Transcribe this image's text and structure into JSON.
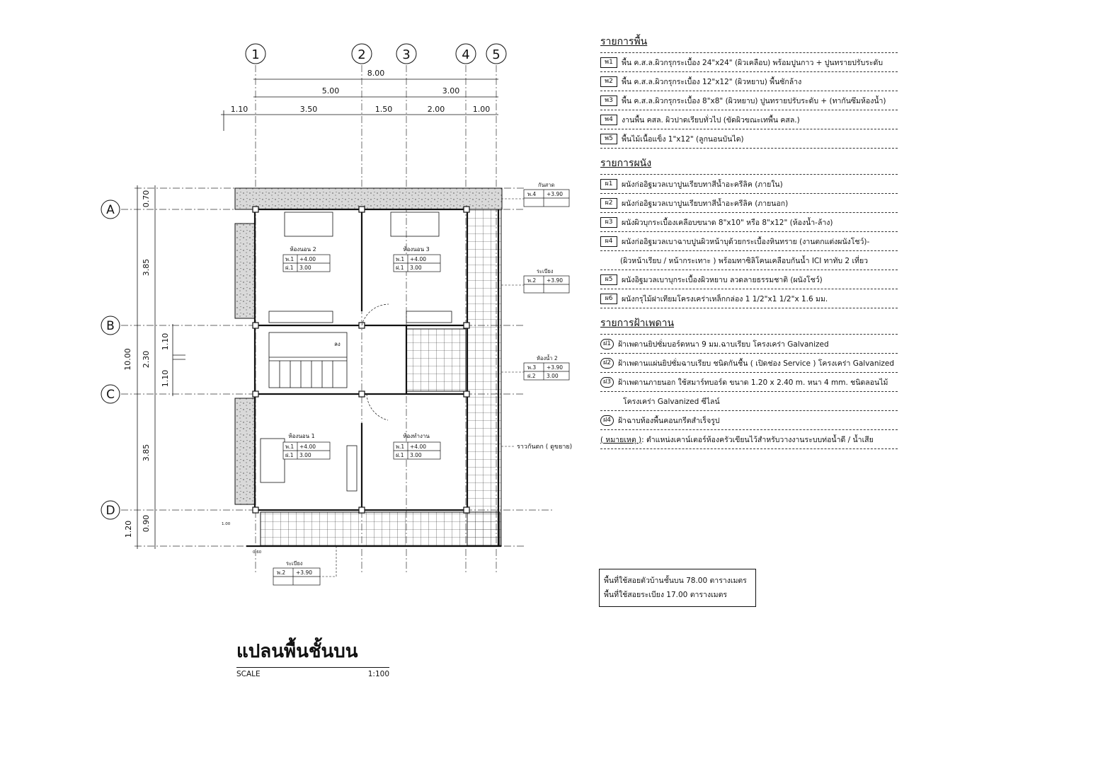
{
  "plan": {
    "grid_numbers": [
      "1",
      "2",
      "3",
      "4",
      "5"
    ],
    "grid_letters": [
      "A",
      "B",
      "C",
      "D"
    ],
    "dims_top_total": "8.00",
    "dims_top_mid": [
      "5.00",
      "3.00"
    ],
    "dims_top_detail": [
      "1.10",
      "3.50",
      "1.50",
      "2.00",
      "1.00"
    ],
    "dims_left_total": "10.00",
    "dims_left_detail": [
      "0.70",
      "3.85",
      "2.30",
      "3.85",
      "0.90",
      "1.20"
    ],
    "dims_left_inner": [
      "1.10",
      "1.10"
    ],
    "rooms": [
      {
        "name": "ห้องนอน 2",
        "floor": "พ.1",
        "level": "+4.00",
        "ceil": "ฝ.1",
        "height": "3.00"
      },
      {
        "name": "ห้องนอน 3",
        "floor": "พ.1",
        "level": "+4.00",
        "ceil": "ฝ.1",
        "height": "3.00"
      },
      {
        "name": "ห้องนอน 1",
        "floor": "พ.1",
        "level": "+4.00",
        "ceil": "ฝ.1",
        "height": "3.00"
      },
      {
        "name": "ห้องทำงาน",
        "floor": "พ.1",
        "level": "+4.00",
        "ceil": "ฝ.1",
        "height": "3.00"
      }
    ],
    "tags": [
      {
        "name": "กันสาด",
        "floor": "พ.4",
        "level": "+3.90"
      },
      {
        "name": "ระเบียง",
        "floor": "พ.2",
        "level": "+3.90"
      },
      {
        "name": "ห้องน้ำ 2",
        "floor": "พ.3",
        "level": "+3.90",
        "ceil": "ฝ.2",
        "height": "3.00"
      },
      {
        "name": "ระเบียง",
        "floor": "พ.2",
        "level": "+3.90"
      }
    ],
    "railing_note": "ราวกันตก ( ดูขยาย)",
    "down_label": "ลง",
    "small_dims": [
      "1.00",
      "0.60"
    ]
  },
  "legend": {
    "floor_title": "รายการพื้น",
    "floor_items": [
      {
        "code": "พ1",
        "text": "พื้น ค.ส.ล.ผิวกรุกระเบื้อง 24\"x24\" (ผิวเคลือบ) พร้อมปูนกาว + ปูนทรายปรับระดับ"
      },
      {
        "code": "พ2",
        "text": "พื้น ค.ส.ล.ผิวกรุกระเบื้อง 12\"x12\" (ผิวหยาบ) พื้นซักล้าง"
      },
      {
        "code": "พ3",
        "text": "พื้น ค.ส.ล.ผิวกรุกระเบื้อง 8\"x8\" (ผิวหยาบ) ปูนทรายปรับระดับ + (ทากันซึมห้องน้ำ)"
      },
      {
        "code": "พ4",
        "text": "งานพื้น คสล. ผิวปาดเรียบทั่วไป (ขัดผิวขณะเทพื้น คสล.)"
      },
      {
        "code": "พ5",
        "text": "พื้นไม้เนื้อแข็ง 1\"x12\" (ลูกนอนบันได)"
      }
    ],
    "wall_title": "รายการผนัง",
    "wall_items": [
      {
        "code": "ผ1",
        "text": "ผนังก่ออิฐมวลเบาปูนเรียบทาสีน้ำอะครีลิค (ภายใน)"
      },
      {
        "code": "ผ2",
        "text": "ผนังก่ออิฐมวลเบาปูนเรียบทาสีน้ำอะครีลิค (ภายนอก)"
      },
      {
        "code": "ผ3",
        "text": "ผนังผิวบุกระเบื้องเคลือบขนาด 8\"x10\" หรือ 8\"x12\" (ห้องน้ำ-ล้าง)"
      },
      {
        "code": "ผ4",
        "text": "ผนังก่ออิฐมวลเบาฉาบปูนผิวหน้าบุด้วยกระเบื้องหินทราย (งานตกแต่งผนังโชว์)-"
      },
      {
        "code": "",
        "text": "(ผิวหน้าเรียบ / หน้ากระเทาะ ) พร้อมทาซิลิโคนเคลือบกันน้ำ ICI ทาทับ 2 เที่ยว"
      },
      {
        "code": "ผ5",
        "text": "ผนังอิฐมวลเบาบุกระเบื้องผิวหยาบ ลวดลายธรรมชาติ (ผนังโชว์)"
      },
      {
        "code": "ผ6",
        "text": "ผนังกรุไม้ฝาเทียมโครงเคร่าเหล็กกล่อง 1 1/2\"x1 1/2\"x 1.6 มม."
      }
    ],
    "ceiling_title": "รายการฝ้าเพดาน",
    "ceiling_items": [
      {
        "code": "ฝ1",
        "text": "ฝ้าเพดานยิปซั่มบอร์ดหนา 9 มม.ฉาบเรียบ โครงเคร่า Galvanized"
      },
      {
        "code": "ฝ2",
        "text": "ฝ้าเพดานแผ่นยิปซั่มฉาบเรียบ ชนิดกันชื้น ( เปิดช่อง Service ) โครงเคร่า Galvanized"
      },
      {
        "code": "ฝ3",
        "text": "ฝ้าเพดานภายนอก ใช้สมาร์ทบอร์ด ขนาด 1.20 x 2.40 m. หนา 4 mm. ชนิดลอนไม้"
      },
      {
        "code": "",
        "text": "โครงเคร่า Galvanized ซีไลน์"
      },
      {
        "code": "ฝ4",
        "text": "ฝ้าฉาบท้องพื้นคอนกรีตสำเร็จรูป"
      }
    ],
    "remark_label": "( หมายเหตุ )",
    "remark_text": " : ตำแหน่งเคาน์เตอร์ห้องครัวเขียนไว้สำหรับวางงานระบบท่อน้ำดี / น้ำเสีย"
  },
  "areas": {
    "line1": "พื้นที่ใช้สอยตัวบ้านชั้นบน 78.00 ตารางเมตร",
    "line2": "พื้นที่ใช้สอยระเบียง 17.00 ตารางเมตร"
  },
  "title": {
    "main": "แปลนพื้นชั้นบน",
    "scale_label": "SCALE",
    "scale_value": "1:100"
  }
}
